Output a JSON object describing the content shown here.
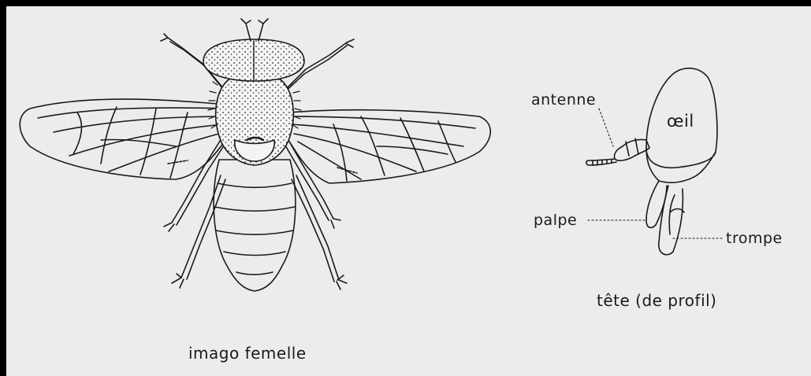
{
  "figure": {
    "background_color": "#ececec",
    "frame_color": "#000000",
    "ink_color": "#1a1a1a",
    "left_caption": "imago femelle",
    "right_caption": "tête (de profil)",
    "head_labels": {
      "antenna": "antenne",
      "eye": "œil",
      "palp": "palpe",
      "proboscis": "trompe"
    }
  }
}
